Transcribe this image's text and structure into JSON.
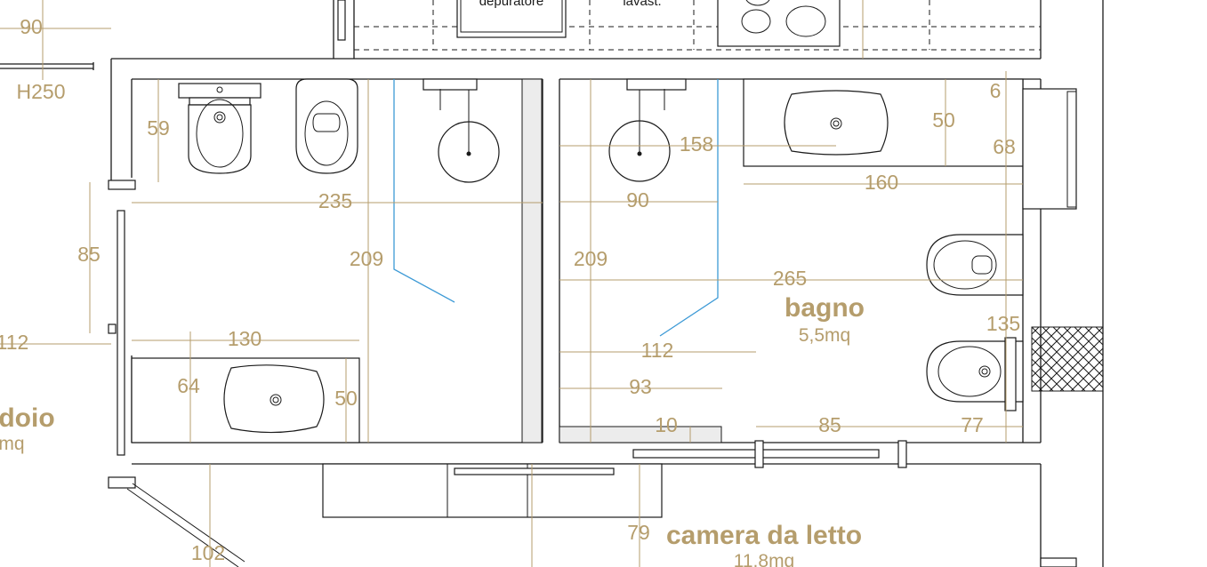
{
  "rooms": {
    "bagno": {
      "name": "bagno",
      "area": "5,5mq"
    },
    "camera": {
      "name": "camera da letto",
      "area": "11,8mq"
    },
    "left": {
      "name": "doio",
      "area": "mq"
    }
  },
  "labels": {
    "depuratore": "depuratore",
    "lavast": "lavast."
  },
  "dims": {
    "d90_top": "90",
    "dH250": "H250",
    "d59": "59",
    "d85_left": "85",
    "d112_left": "112",
    "d235": "235",
    "d209_a": "209",
    "d130": "130",
    "d64": "64",
    "d50_a": "50",
    "d102": "102",
    "d158": "158",
    "d90_b": "90",
    "d209_b": "209",
    "d265": "265",
    "d112_b": "112",
    "d93": "93",
    "d10": "10",
    "d85_b": "85",
    "d77": "77",
    "d79": "79",
    "d6": "6",
    "d50_b": "50",
    "d68": "68",
    "d160": "160",
    "d135": "135"
  },
  "colors": {
    "dimension": "#b59d6c",
    "wall": "#1a1a1a",
    "glass": "#3d9ad6"
  }
}
